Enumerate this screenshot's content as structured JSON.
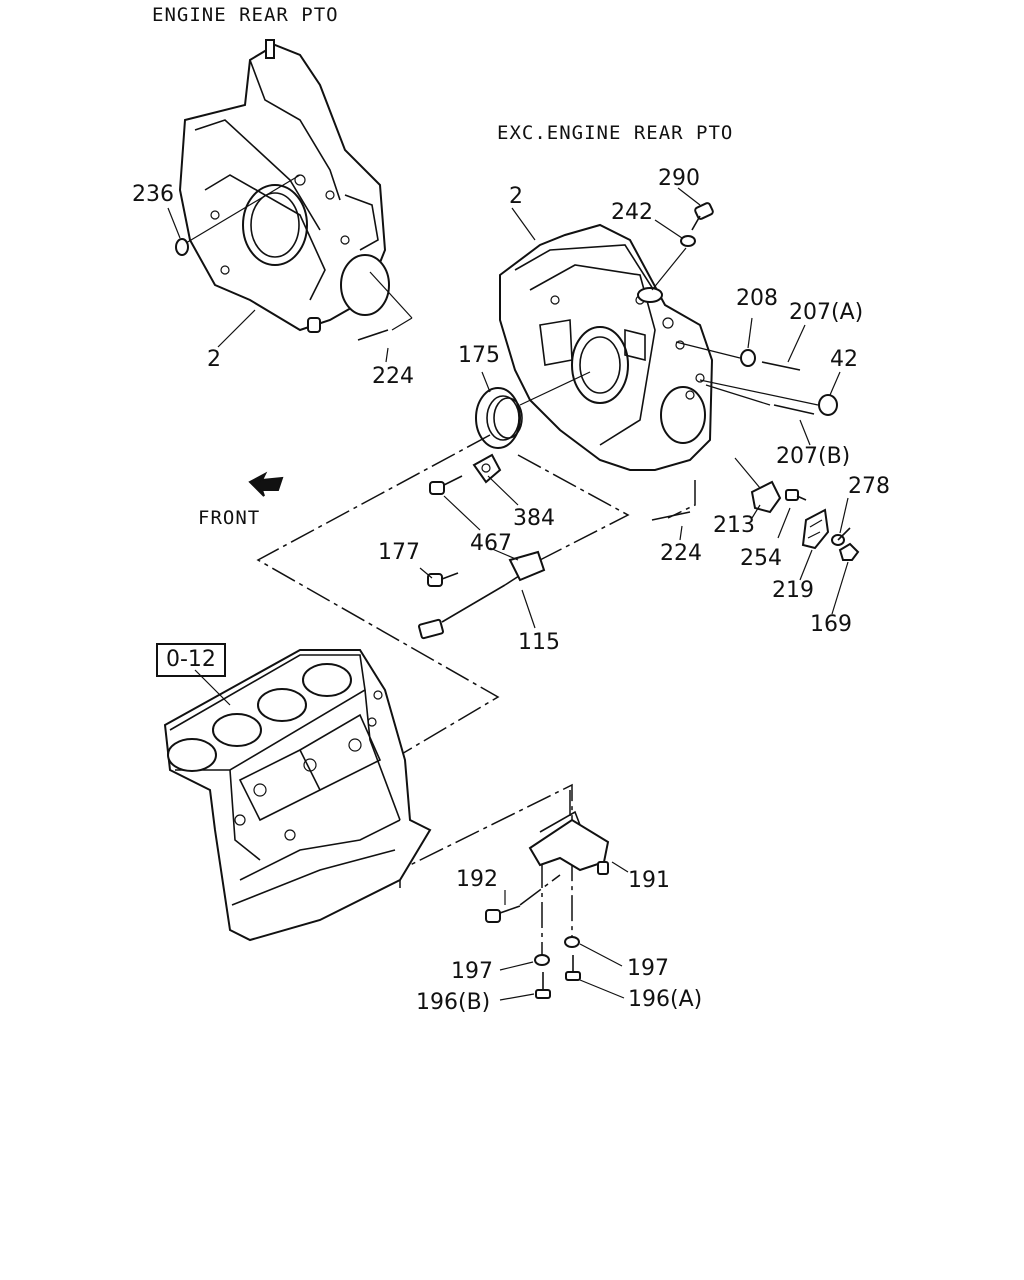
{
  "headers": {
    "engine_rear_pto": "ENGINE REAR PTO",
    "exc_engine_rear_pto": "EXC.ENGINE REAR PTO",
    "front": "FRONT",
    "ref_block": "0-12"
  },
  "callouts": {
    "c236": "236",
    "c2_left": "2",
    "c224_left": "224",
    "c2_right": "2",
    "c290": "290",
    "c242": "242",
    "c208": "208",
    "c207a": "207(A)",
    "c42": "42",
    "c175": "175",
    "c207b": "207(B)",
    "c278": "278",
    "c384": "384",
    "c467": "467",
    "c213": "213",
    "c177": "177",
    "c224_right": "224",
    "c254": "254",
    "c219": "219",
    "c169": "169",
    "c115": "115",
    "c192": "192",
    "c191": "191",
    "c197_left": "197",
    "c197_right": "197",
    "c196b": "196(B)",
    "c196a": "196(A)"
  }
}
